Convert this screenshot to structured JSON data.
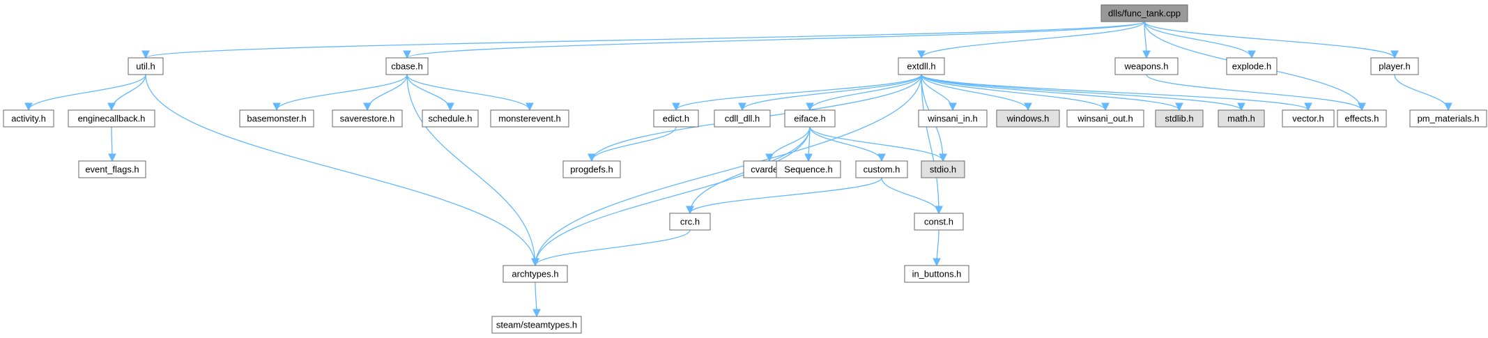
{
  "diagram": {
    "type": "include-dependency-graph",
    "root": "dlls/func_tank.cpp",
    "colors": {
      "root_fill": "#999999",
      "node_fill": "#ffffff",
      "system_header_fill": "#e0e0e0",
      "edge": "#63b8ff",
      "border": "#666666"
    },
    "nodes": [
      {
        "id": "func_tank",
        "label": "dlls/func_tank.cpp",
        "kind": "root"
      },
      {
        "id": "util",
        "label": "util.h",
        "kind": "node"
      },
      {
        "id": "cbase",
        "label": "cbase.h",
        "kind": "node"
      },
      {
        "id": "extdll",
        "label": "extdll.h",
        "kind": "node"
      },
      {
        "id": "weapons",
        "label": "weapons.h",
        "kind": "node"
      },
      {
        "id": "explode",
        "label": "explode.h",
        "kind": "node"
      },
      {
        "id": "player",
        "label": "player.h",
        "kind": "node"
      },
      {
        "id": "activity",
        "label": "activity.h",
        "kind": "node"
      },
      {
        "id": "enginecallback",
        "label": "enginecallback.h",
        "kind": "node"
      },
      {
        "id": "basemonster",
        "label": "basemonster.h",
        "kind": "node"
      },
      {
        "id": "saverestore",
        "label": "saverestore.h",
        "kind": "node"
      },
      {
        "id": "schedule",
        "label": "schedule.h",
        "kind": "node"
      },
      {
        "id": "monsterevent",
        "label": "monsterevent.h",
        "kind": "node"
      },
      {
        "id": "edict",
        "label": "edict.h",
        "kind": "node"
      },
      {
        "id": "cdll_dll",
        "label": "cdll_dll.h",
        "kind": "node"
      },
      {
        "id": "eiface",
        "label": "eiface.h",
        "kind": "node"
      },
      {
        "id": "winsani_in",
        "label": "winsani_in.h",
        "kind": "node"
      },
      {
        "id": "windows",
        "label": "windows.h",
        "kind": "system"
      },
      {
        "id": "winsani_out",
        "label": "winsani_out.h",
        "kind": "node"
      },
      {
        "id": "stdlib",
        "label": "stdlib.h",
        "kind": "system"
      },
      {
        "id": "math",
        "label": "math.h",
        "kind": "system"
      },
      {
        "id": "vector",
        "label": "vector.h",
        "kind": "node"
      },
      {
        "id": "effects",
        "label": "effects.h",
        "kind": "node"
      },
      {
        "id": "pm_materials",
        "label": "pm_materials.h",
        "kind": "node"
      },
      {
        "id": "event_flags",
        "label": "event_flags.h",
        "kind": "node"
      },
      {
        "id": "progdefs",
        "label": "progdefs.h",
        "kind": "node"
      },
      {
        "id": "cvardef",
        "label": "cvardef.h",
        "kind": "node"
      },
      {
        "id": "sequence",
        "label": "Sequence.h",
        "kind": "node"
      },
      {
        "id": "custom",
        "label": "custom.h",
        "kind": "node"
      },
      {
        "id": "stdio",
        "label": "stdio.h",
        "kind": "system"
      },
      {
        "id": "crc",
        "label": "crc.h",
        "kind": "node"
      },
      {
        "id": "const",
        "label": "const.h",
        "kind": "node"
      },
      {
        "id": "archtypes",
        "label": "archtypes.h",
        "kind": "node"
      },
      {
        "id": "in_buttons",
        "label": "in_buttons.h",
        "kind": "node"
      },
      {
        "id": "steamtypes",
        "label": "steam/steamtypes.h",
        "kind": "node"
      }
    ],
    "edges": [
      [
        "func_tank",
        "util"
      ],
      [
        "func_tank",
        "cbase"
      ],
      [
        "func_tank",
        "extdll"
      ],
      [
        "func_tank",
        "weapons"
      ],
      [
        "func_tank",
        "explode"
      ],
      [
        "func_tank",
        "player"
      ],
      [
        "func_tank",
        "effects"
      ],
      [
        "util",
        "activity"
      ],
      [
        "util",
        "enginecallback"
      ],
      [
        "util",
        "archtypes"
      ],
      [
        "enginecallback",
        "event_flags"
      ],
      [
        "cbase",
        "basemonster"
      ],
      [
        "cbase",
        "saverestore"
      ],
      [
        "cbase",
        "schedule"
      ],
      [
        "cbase",
        "monsterevent"
      ],
      [
        "cbase",
        "archtypes"
      ],
      [
        "extdll",
        "archtypes"
      ],
      [
        "extdll",
        "progdefs"
      ],
      [
        "extdll",
        "edict"
      ],
      [
        "extdll",
        "cdll_dll"
      ],
      [
        "extdll",
        "eiface"
      ],
      [
        "extdll",
        "stdio"
      ],
      [
        "extdll",
        "const"
      ],
      [
        "extdll",
        "winsani_in"
      ],
      [
        "extdll",
        "windows"
      ],
      [
        "extdll",
        "winsani_out"
      ],
      [
        "extdll",
        "stdlib"
      ],
      [
        "extdll",
        "math"
      ],
      [
        "extdll",
        "vector"
      ],
      [
        "edict",
        "progdefs"
      ],
      [
        "eiface",
        "archtypes"
      ],
      [
        "eiface",
        "crc"
      ],
      [
        "eiface",
        "cvardef"
      ],
      [
        "eiface",
        "sequence"
      ],
      [
        "eiface",
        "custom"
      ],
      [
        "eiface",
        "stdio"
      ],
      [
        "custom",
        "crc"
      ],
      [
        "custom",
        "const"
      ],
      [
        "crc",
        "archtypes"
      ],
      [
        "const",
        "in_buttons"
      ],
      [
        "archtypes",
        "steamtypes"
      ],
      [
        "weapons",
        "effects"
      ],
      [
        "player",
        "pm_materials"
      ]
    ]
  }
}
